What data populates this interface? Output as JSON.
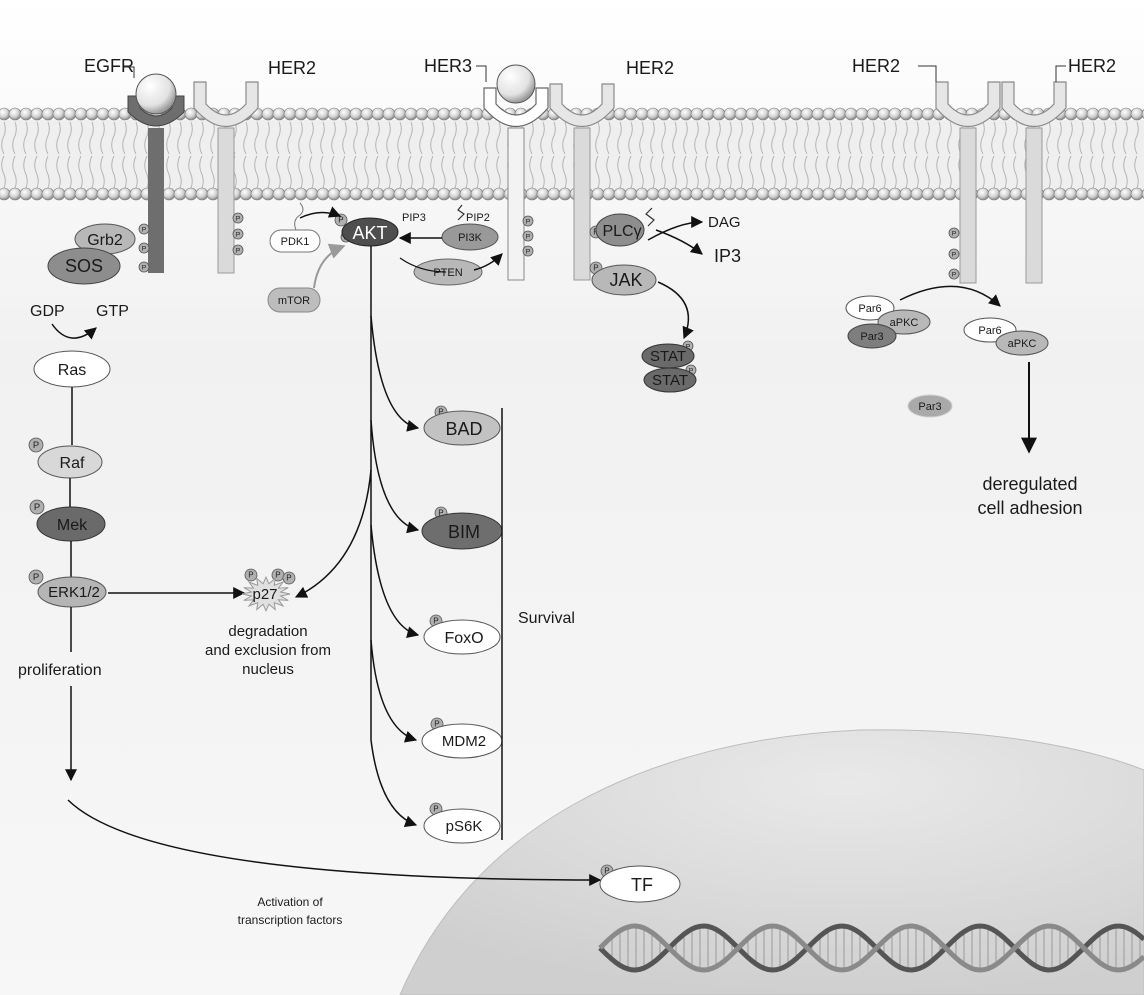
{
  "receptors": {
    "egfr": "EGFR",
    "her2_a": "HER2",
    "her3": "HER3",
    "her2_b": "HER2",
    "her2_c": "HER2",
    "her2_d": "HER2"
  },
  "phospho_label": "P",
  "ras_pathway": {
    "grb2": "Grb2",
    "sos": "SOS",
    "gdp": "GDP",
    "gtp": "GTP",
    "ras": "Ras",
    "raf": "Raf",
    "mek": "Mek",
    "erk": "ERK1/2",
    "proliferation": "proliferation"
  },
  "akt_pathway": {
    "pdk1": "PDK1",
    "mtor": "mTOR",
    "akt": "AKT",
    "pip3": "PIP3",
    "pip2": "PIP2",
    "pi3k": "PI3K",
    "pten": "PTEN"
  },
  "plc_pathway": {
    "plc": "PLCγ",
    "dag": "DAG",
    "ip3": "IP3",
    "jak": "JAK",
    "stat_1": "STAT",
    "stat_2": "STAT"
  },
  "polarity": {
    "par6_a": "Par6",
    "apkc_a": "aPKC",
    "par3_a": "Par3",
    "par6_b": "Par6",
    "apkc_b": "aPKC",
    "par3_b": "Par3",
    "outcome_line1": "deregulated",
    "outcome_line2": "cell adhesion"
  },
  "p27": {
    "label": "p27",
    "desc_line1": "degradation",
    "desc_line2": "and exclusion from",
    "desc_line3": "nucleus"
  },
  "targets": {
    "bad": "BAD",
    "bim": "BIM",
    "foxo": "FoxO",
    "mdm2": "MDM2",
    "ps6k": "pS6K",
    "survival": "Survival"
  },
  "nucleus": {
    "tf": "TF",
    "activation_line1": "Activation of",
    "activation_line2": "transcription factors"
  }
}
